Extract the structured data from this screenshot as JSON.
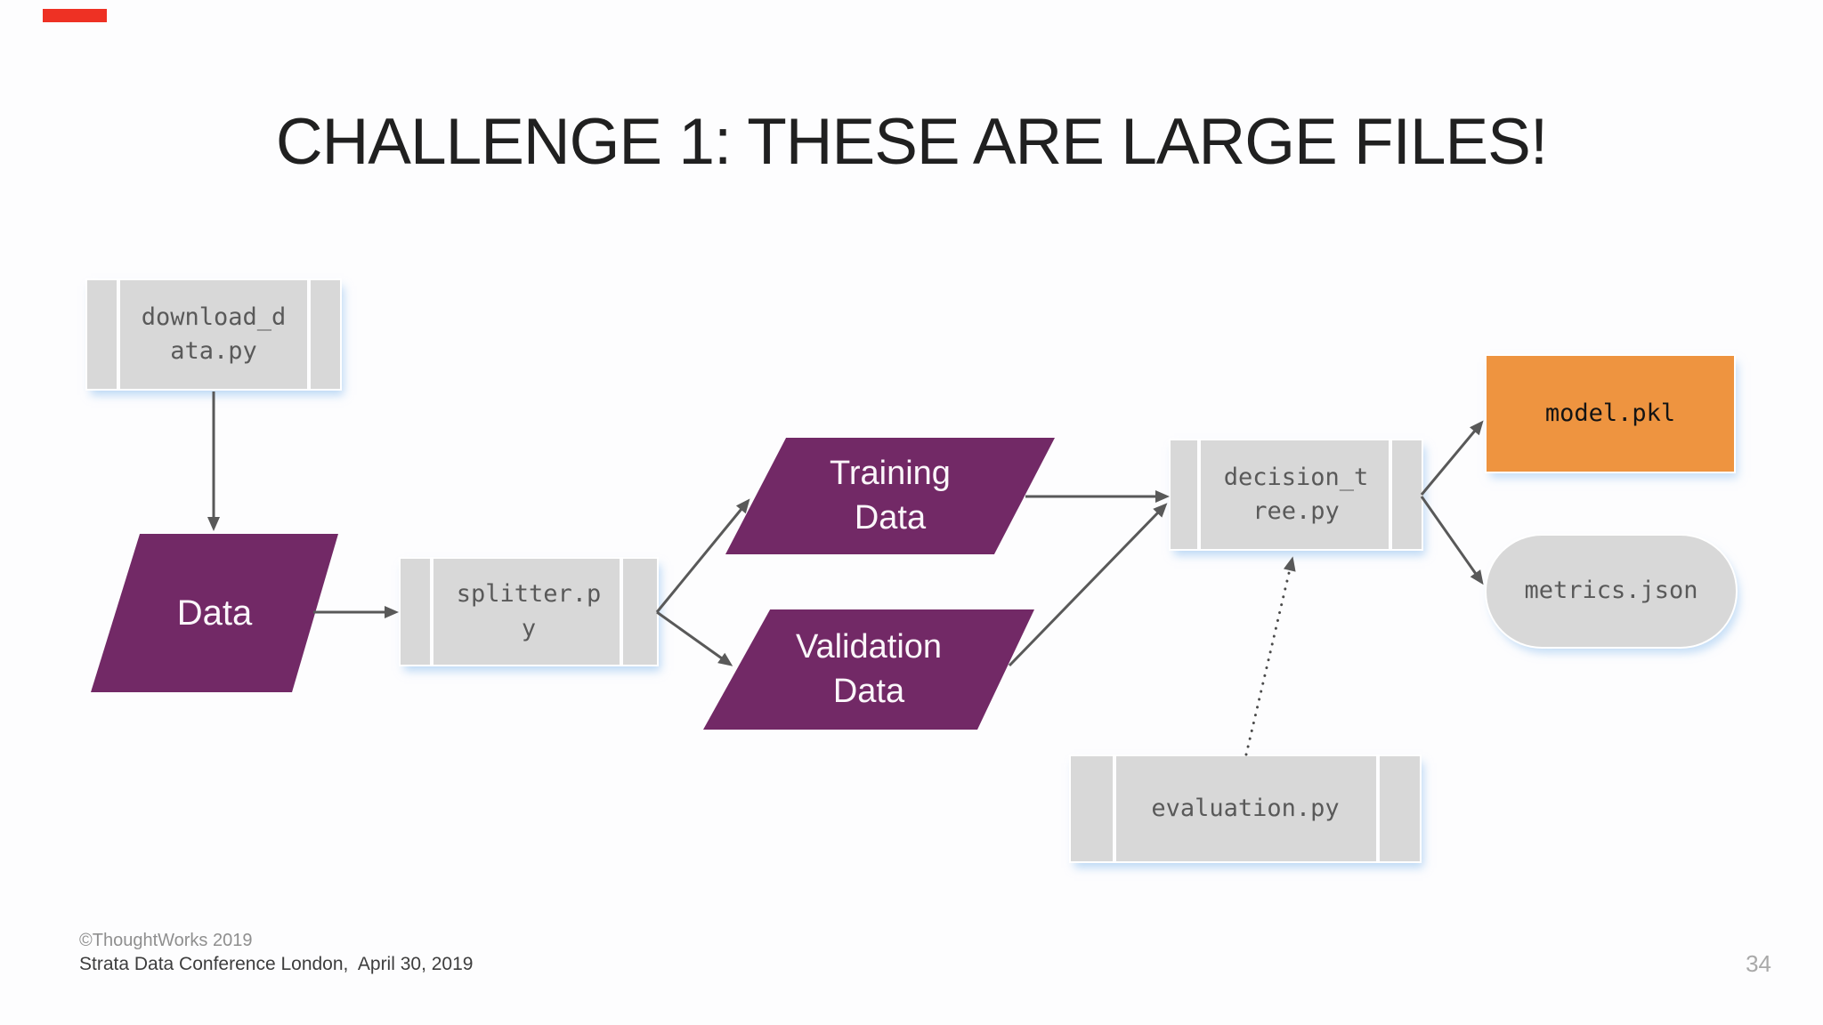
{
  "slide": {
    "title": "CHALLENGE 1: THESE ARE LARGE FILES!",
    "page_number": "34",
    "footer_line1": "©ThoughtWorks 2019",
    "footer_line2": "Strata Data Conference London,  April 30, 2019",
    "brand_mark_color": "#ee3124"
  },
  "diagram": {
    "nodes": {
      "download_script": {
        "line1": "download_d",
        "line2": "ata.py"
      },
      "data": {
        "line1": "Data"
      },
      "splitter_script": {
        "line1": "splitter.p",
        "line2": "y"
      },
      "training_data": {
        "line1": "Training",
        "line2": "Data"
      },
      "validation_data": {
        "line1": "Validation",
        "line2": "Data"
      },
      "decision_tree_script": {
        "line1": "decision_t",
        "line2": "ree.py"
      },
      "model_output": {
        "line1": "model.pkl"
      },
      "metrics_output": {
        "line1": "metrics.json"
      },
      "evaluation_script": {
        "line1": "evaluation.py"
      }
    },
    "colors": {
      "purple": "#722966",
      "orange": "#ee9440",
      "gray_box": "#d8d8d8",
      "code_text": "#595959",
      "arrow": "#595959"
    }
  }
}
